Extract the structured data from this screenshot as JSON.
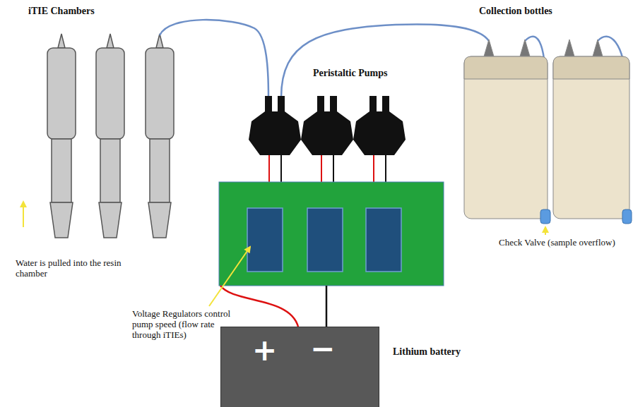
{
  "diagram": {
    "nodes": [
      {
        "text": [
          "+",
          "−",
          "Lithium battery"
        ]
      }
    ],
    "labels": [
      "iTIE Chambers",
      "Peristaltic Pumps",
      "Collection bottles",
      "Water is pulled into the resin chamber",
      "Voltage Regulators control pump speed (flow rate through iTIEs)",
      "Check Valve (sample overflow)"
    ]
  }
}
